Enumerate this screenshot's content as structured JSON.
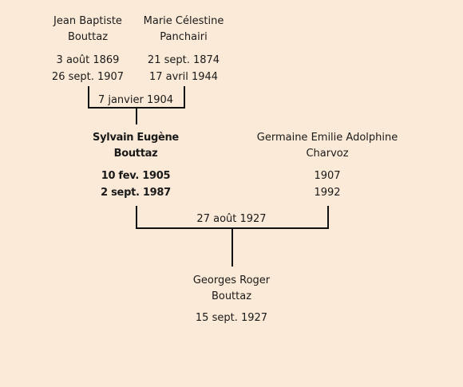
{
  "grandparents": {
    "father": {
      "first_names": "Jean Baptiste",
      "surname": "Bouttaz",
      "birth": "3 août 1869",
      "death": "26 sept. 1907"
    },
    "mother": {
      "first_names": "Marie Célestine",
      "surname": "Panchairi",
      "birth": "21 sept. 1874",
      "death": "17 avril 1944"
    },
    "marriage": "7 janvier 1904"
  },
  "parents": {
    "father": {
      "first_names": "Sylvain Eugène",
      "surname": "Bouttaz",
      "birth": "10 fev. 1905",
      "death": "2 sept. 1987"
    },
    "mother": {
      "first_names": "Germaine Emilie Adolphine",
      "surname": "Charvoz",
      "birth": "1907",
      "death": "1992"
    },
    "marriage": "27 août 1927"
  },
  "child": {
    "first_names": "Georges Roger",
    "surname": "Bouttaz",
    "birth": "15 sept. 1927"
  },
  "colors": {
    "background": "#fbead7",
    "text": "#1a1a1a",
    "lines": "#111111"
  }
}
